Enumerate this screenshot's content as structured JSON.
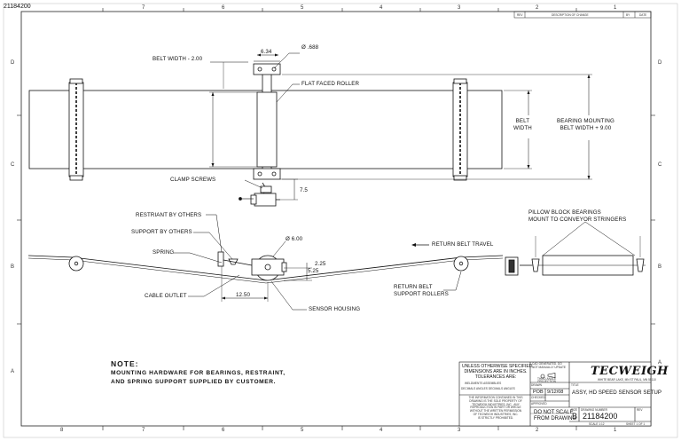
{
  "sheet": {
    "corner_number": "21184200",
    "top_zones": [
      "7",
      "6",
      "5",
      "4",
      "3",
      "2",
      "1"
    ],
    "bottom_zones": [
      "8",
      "7",
      "6",
      "5",
      "4",
      "3",
      "2",
      "1"
    ],
    "left_zones": [
      "D",
      "C",
      "B",
      "A"
    ],
    "right_zones": [
      "D",
      "C",
      "B",
      "A"
    ]
  },
  "revision_block": {
    "headers": [
      "REV",
      "DESCRIPTION OF CHANGE",
      "BY",
      "DATE"
    ]
  },
  "top_view": {
    "dim_width": "6.34",
    "dim_bore": "Ø .688",
    "belt_width_label": "BELT WIDTH - 2.00",
    "roller_label": "FLAT FACED ROLLER",
    "belt_label": "BELT\nWIDTH",
    "bearing_mount_label": "BEARING MOUNTING\nBELT WIDTH + 9.00",
    "clamp_label": "CLAMP SCREWS",
    "dim_offset": "7.5"
  },
  "side_view": {
    "restraint_label": "RESTRIANT BY OTHERS",
    "support_label": "SUPPORT BY OTHERS",
    "spring_label": "SPRING",
    "roller_dia": "Ø 6.00",
    "dim_a": "2.25",
    "dim_b": "5.25",
    "dim_c": "12.50",
    "cable_label": "CABLE OUTLET",
    "sensor_label": "SENSOR HOUSING",
    "return_travel_label": "RETURN BELT TRAVEL",
    "return_rollers_label": "RETURN BELT\nSUPPORT ROLLERS",
    "pillow_label": "PILLOW BLOCK BEARINGS\nMOUNT TO CONVEYOR STRINGERS"
  },
  "note": {
    "heading": "NOTE:",
    "line1": "MOUNTING HARDWARE FOR BEARINGS, RESTRAINT,",
    "line2": "AND SPRING SUPPORT SUPPLIED BY CUSTOMER."
  },
  "title_block": {
    "tolerance_text": "UNLESS OTHERWISE SPECIFIED\nDIMENSIONS ARE IN INCHES.\nTOLERANCES ARE:",
    "tol_columns": "WELDMENTS      ASSEMBLIES",
    "tol_sub": "DECIMALS  ANGLES   DECIMALS  ANGLES",
    "proprietary_text": "THE INFORMATION CONTAINED IN THIS\nDRAWING IS THE SOLE PROPERTY OF\nTECWEIGH INDUSTRIES, INC.  ANY\nREPRODUCTION IN PART OR WHOLE\nWITHOUT THE WRITTEN PERMISSION\nOF TECWEIGH INDUSTRIES, INC.\nIS STRICTLY PROHIBITED.",
    "cad_text": "CAD GENERATED. DO\nNOT MANUALLY UPDATE",
    "projection_text": "THIRD ANGLE\nPROJECTION",
    "drawn_label": "DRAWN",
    "drawn_by": "POB",
    "drawn_date": "9/12/08",
    "checked_label": "CHECKED",
    "approved_label": "APPROVED",
    "do_not_scale": "DO NOT SCALE\nFROM DRAWING",
    "company": "TECWEIGH",
    "company_address": "WHITE BEAR LAKE, MN  ST PAUL, MN 55110",
    "title_label": "TITLE",
    "title": "ASSY, HD SPEED SENSOR SETUP",
    "size_label": "SIZE",
    "size": "B",
    "drawing_no_label": "DRAWING NUMBER",
    "drawing_no": "21184200",
    "rev_label": "REV",
    "scale": "SCALE 1:12",
    "sheet": "SHEET 1 OF 1"
  }
}
